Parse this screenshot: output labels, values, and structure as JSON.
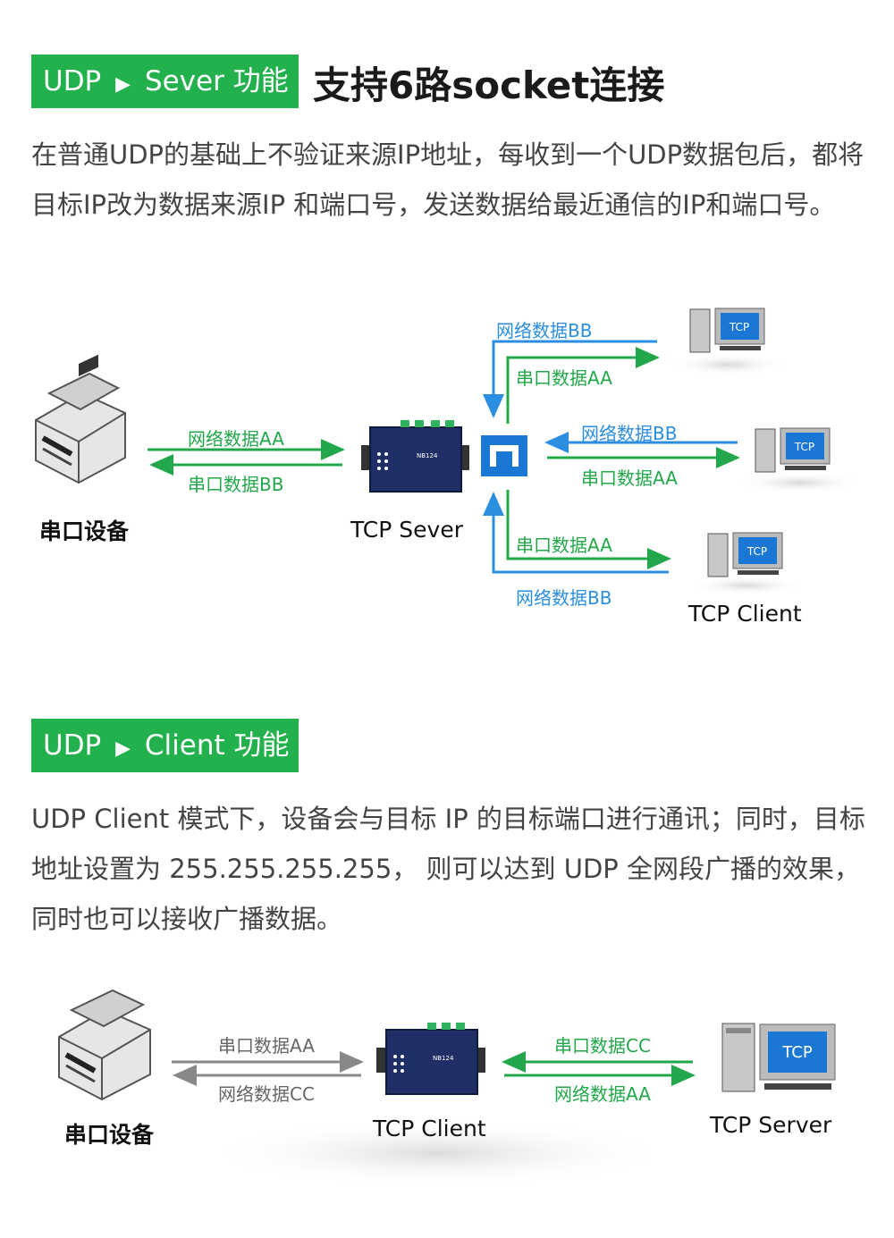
{
  "section1": {
    "badge": {
      "left": "UDP",
      "right": "Sever 功能"
    },
    "headline": "支持6路socket连接",
    "description": "在普通UDP的基础上不验证来源IP地址，每收到一个UDP数据包后，都将目标IP改为数据来源IP 和端口号，发送数据给最近通信的IP和端口号。",
    "diagram": {
      "device_caption": "串口设备",
      "server_caption": "TCP Sever",
      "client_caption": "TCP Client",
      "pc_screen_label": "TCP",
      "device_to_server_label": "网络数据AA",
      "server_to_device_label": "串口数据BB",
      "top_in_label": "网络数据BB",
      "top_out_label": "串口数据AA",
      "mid_in_label": "网络数据BB",
      "mid_out_label": "串口数据AA",
      "bot_out_label": "串口数据AA",
      "bot_in_label": "网络数据BB",
      "device_model": "NB124"
    }
  },
  "section2": {
    "badge": {
      "left": "UDP",
      "right": "Client 功能"
    },
    "description": "UDP Client 模式下，设备会与目标 IP 的目标端口进行通讯；同时，目标地址设置为 255.255.255.255， 则可以达到 UDP 全网段广播的效果，同时也可以接收广播数据。",
    "diagram": {
      "device_caption": "串口设备",
      "client_caption": "TCP Client",
      "server_caption": "TCP Server",
      "pc_screen_label": "TCP",
      "left_top_label": "串口数据AA",
      "left_bottom_label": "网络数据CC",
      "right_top_label": "串口数据CC",
      "right_bottom_label": "网络数据AA",
      "device_model": "NB124"
    }
  },
  "colors": {
    "badge_green": "#22b14c",
    "arrow_green": "#22a84a",
    "arrow_blue": "#2b8ee0",
    "arrow_gray": "#888888",
    "device_navy": "#1f2f66",
    "screen_blue": "#1a78d4"
  }
}
